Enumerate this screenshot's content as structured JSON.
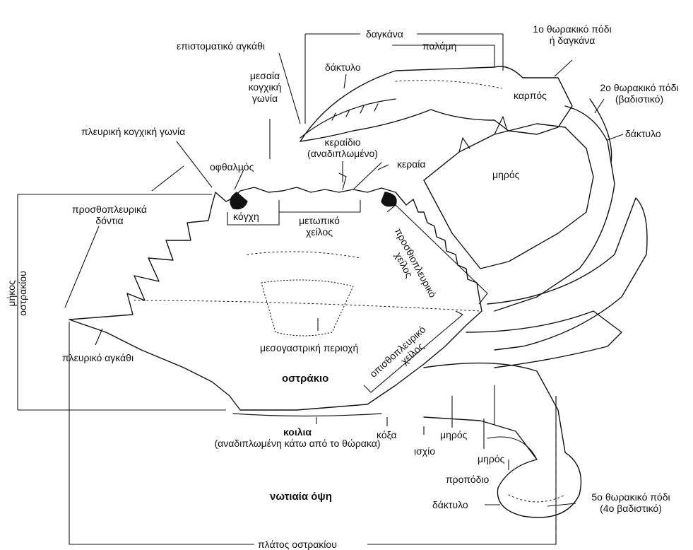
{
  "labels": {
    "claw": "δαγκάνα",
    "palm": "παλάμη",
    "leg1": [
      "1ο θωρακικό πόδι",
      "ή δαγκάνα"
    ],
    "epistomal": "επιστοματικό αγκάθι",
    "finger": "δάκτυλο",
    "mid_angle": [
      "μεσαία",
      "κογχική",
      "γωνία"
    ],
    "wrist": "καρπός",
    "leg2": [
      "2ο θωρακικό πόδι",
      "(βαδιστικό)"
    ],
    "finger_right": "δάκτυλο",
    "lateral_angle": "πλευρική κογχική γωνία",
    "antennule": [
      "κεραίδιο",
      "(αναδιπλωμένο)"
    ],
    "antenna": "κεραία",
    "eye": "οφθαλμός",
    "merus_claw": "μηρός",
    "anterolateral_teeth": [
      "προσθοπλευρικά",
      "δόντια"
    ],
    "frontal_margin": [
      "μετωπικό",
      "χείλος"
    ],
    "orbit": "κόγχη",
    "anterolateral_margin": [
      "προσθιοπλευρικό",
      "χείλος"
    ],
    "carapace_length": [
      "μήκος",
      "οστρακίου"
    ],
    "mesogastric": "μεσογαστρική περιοχή",
    "lateral_spine": "πλευρικό αγκάθι",
    "posterolateral_margin": [
      "οπισθοπλευρικό",
      "χείλος"
    ],
    "carapace": "οστράκιο",
    "abdomen": [
      "κοιλια",
      "(αναδιπλωμένη κάτω από το θώρακα)"
    ],
    "coxa": "κόξα",
    "ischium": "ισχίο",
    "merus_a": "μηρός",
    "merus_b": "μηρός",
    "propodus": "προπόδιο",
    "dactyl_bottom": "δάκτυλο",
    "leg5": [
      "5ο θωρακικό πόδι",
      "(4ο βαδιστικό)"
    ],
    "dorsal_view": "νωτιαία όψη",
    "carapace_width": "πλάτος οστρακίου"
  }
}
